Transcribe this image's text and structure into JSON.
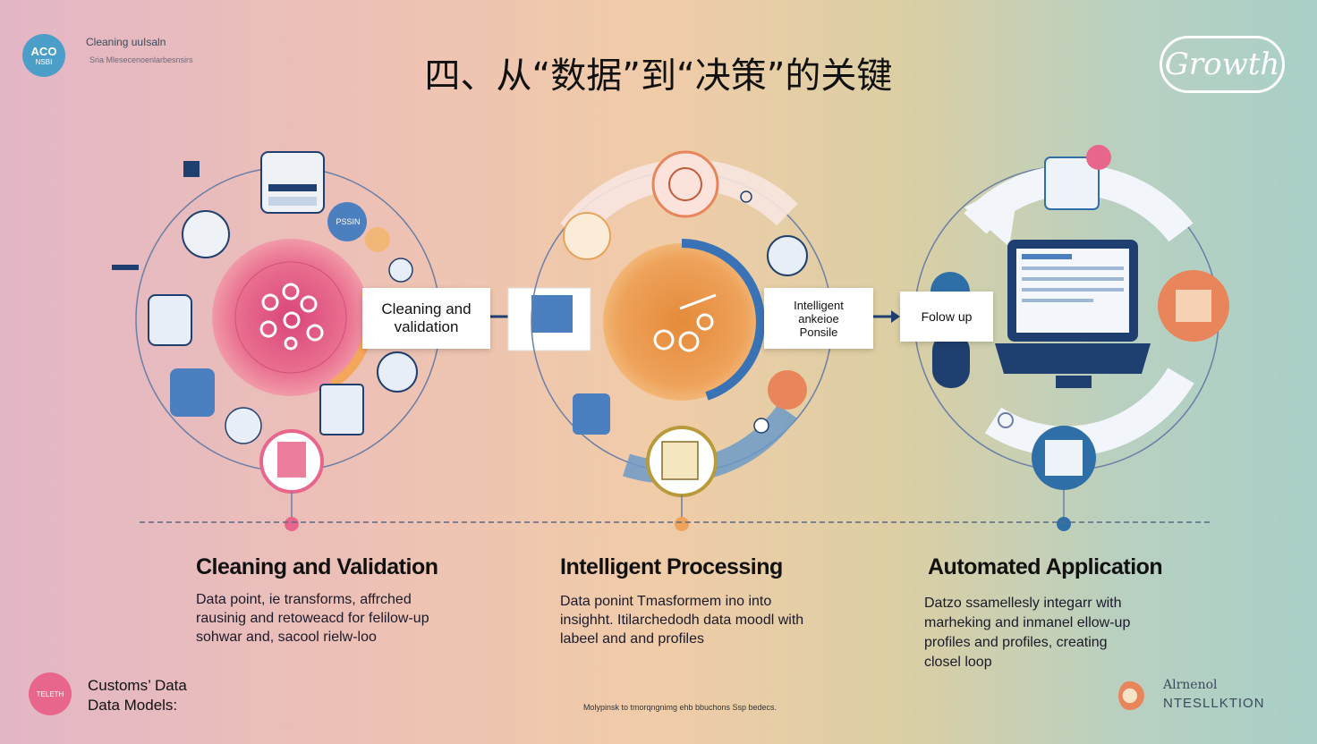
{
  "header": {
    "badge_line1": "ACO",
    "badge_line2": "NSBI",
    "brand_text": "Cleaning uuIsaln",
    "brand_subtext": "Sria Mlesecenoenlarbesnsirs",
    "title": "四、从“数据”到“决策”的关键",
    "growth_logo": "Growth"
  },
  "flow": {
    "callout_1": "Cleaning and\nvalidation",
    "callout_2": "Intelligent\nankeioe\nPonsile",
    "callout_3": "Folow up",
    "stage1_icon_label": "PSSIN"
  },
  "stages": [
    {
      "title": "Cleaning and Validation",
      "description": "Data point, ie transforms, affrched\nrausinig and retoweacd for felilow-up\nsohwar and, sacool rielw-loo"
    },
    {
      "title": "Intelligent Processing",
      "description": "Data ponint Tmasformem ino into\ninsighht. Itilarchedodh data moodl with\nlabeel and and profiles"
    },
    {
      "title": "Automated Application",
      "description": "Datzo ssamellesly integarr with\nmarheking and inmanel ellow-up\nprofiles and profiles, creating\nclosel loop"
    }
  ],
  "footer": {
    "badge_text": "TELETH",
    "left_text": "Customs’ Data\nData Models:",
    "center_text": "Molypinsk to tmorqngnimg ehb bbuchons Ssp bedecs.",
    "right_line1": "Alrnenol",
    "right_line2": "NTESLLKTION"
  },
  "colors": {
    "stage1": "#e8668c",
    "stage2": "#eea25a",
    "stage3": "#2f6fa8",
    "navy": "#1f3f70"
  }
}
